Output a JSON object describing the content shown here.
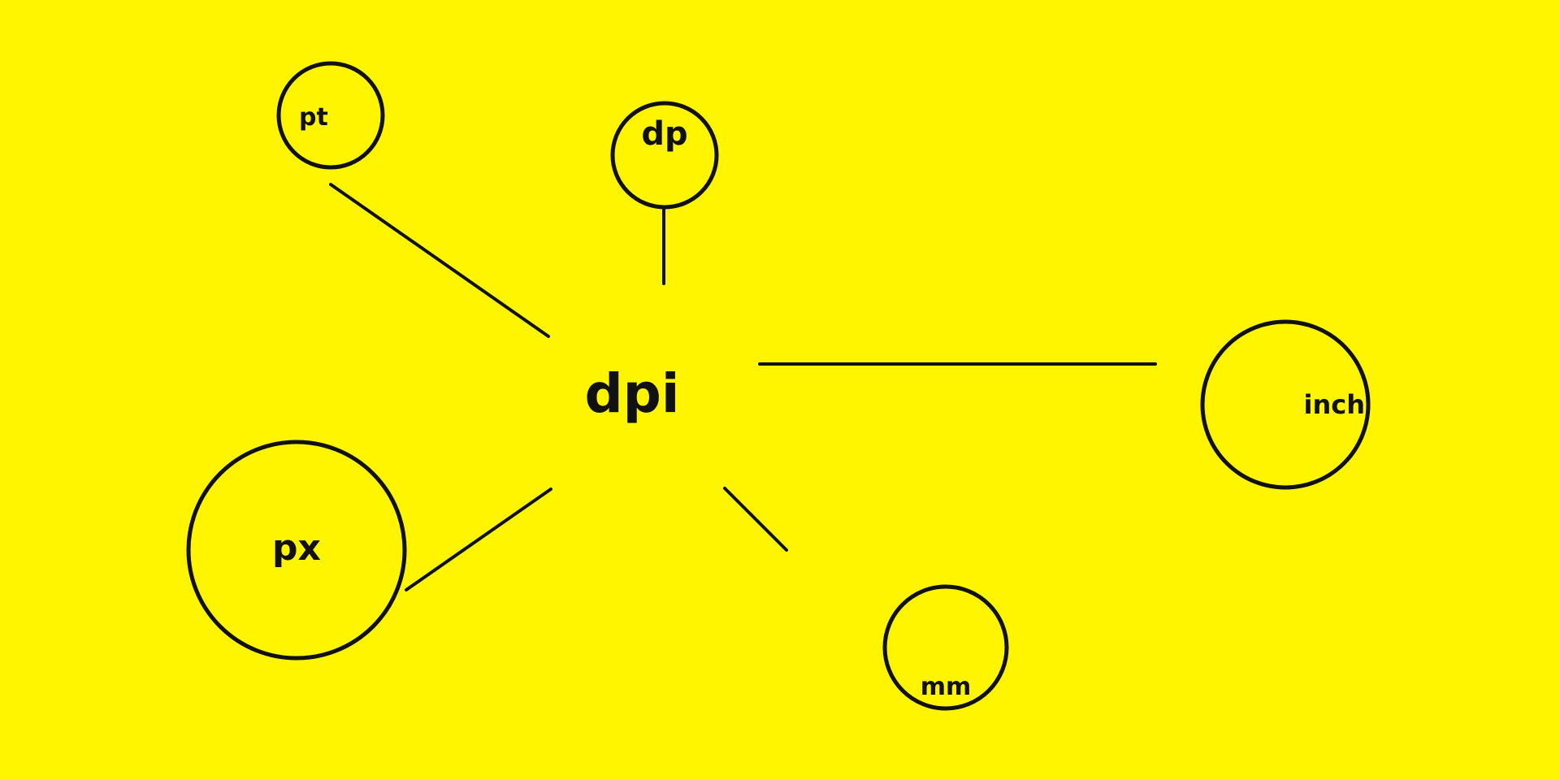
{
  "colors": {
    "background": "#FFF500",
    "stroke": "#111111",
    "text": "#111111"
  },
  "center": {
    "label": "dpi"
  },
  "nodes": [
    {
      "id": "pt",
      "label": "pt"
    },
    {
      "id": "dp",
      "label": "dp"
    },
    {
      "id": "inch",
      "label": "inch"
    },
    {
      "id": "px",
      "label": "px"
    },
    {
      "id": "mm",
      "label": "mm"
    }
  ]
}
